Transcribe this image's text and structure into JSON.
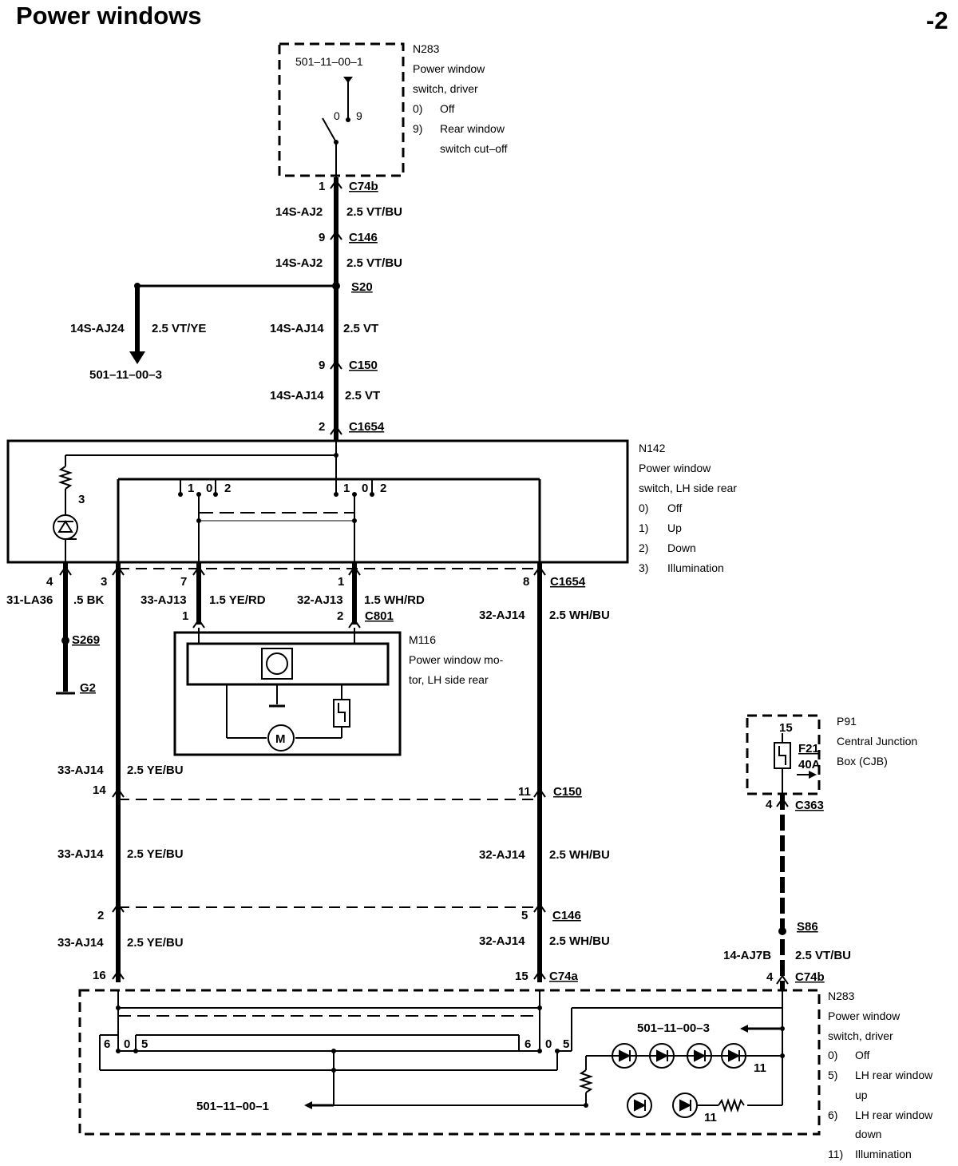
{
  "title": "Power windows",
  "page_number": "-2",
  "components": {
    "n283_top": {
      "ref": "501–11–00–1",
      "id": "N283",
      "lines": [
        "Power window",
        "switch, driver",
        "0)",
        "Off",
        "9)",
        "Rear window",
        "switch cut–off"
      ],
      "pos_off": "0",
      "pos_9": "9"
    },
    "n142": {
      "id": "N142",
      "lines": [
        "Power window",
        "switch, LH side rear",
        "0)",
        "Off",
        "1)",
        "Up",
        "2)",
        "Down",
        "3)",
        "Illumination"
      ],
      "sw_labels": [
        "1",
        "0",
        "2",
        "1",
        "0",
        "2"
      ],
      "lamp": "3"
    },
    "m116": {
      "id": "M116",
      "lines": [
        "Power window mo-",
        "tor, LH side rear"
      ],
      "motor": "M"
    },
    "p91": {
      "id": "P91",
      "lines": [
        "Central Junction",
        "Box (CJB)"
      ],
      "fuse": "F21",
      "rating": "40A",
      "pin": "15"
    },
    "n283_bottom": {
      "id": "N283",
      "lines": [
        "Power window",
        "switch, driver",
        "0)",
        "Off",
        "5)",
        "LH rear window",
        "up",
        "6)",
        "LH rear window",
        "down",
        "11)",
        "Illumination"
      ],
      "ref_a": "501–11–00–3",
      "ref_b": "501–11–00–1",
      "left_sw": [
        "6",
        "0",
        "5"
      ],
      "right_sw": [
        "6",
        "0",
        "5"
      ],
      "illum_a": "11",
      "illum_b": "11"
    }
  },
  "connectors": {
    "c74b_top": {
      "pin": "1",
      "name": "C74b"
    },
    "c146_top": {
      "pin": "9",
      "name": "C146"
    },
    "s20": {
      "name": "S20"
    },
    "c150_top": {
      "pin": "9",
      "name": "C150"
    },
    "c1654": {
      "pin": "2",
      "name": "C1654"
    },
    "c1654_pins": [
      "4",
      "3",
      "7",
      "1",
      "8"
    ],
    "c1654_name": "C1654",
    "c801": {
      "pins": [
        "1",
        "2"
      ],
      "name": "C801"
    },
    "s269": {
      "name": "S269"
    },
    "g2": {
      "name": "G2"
    },
    "c150_mid": {
      "pins": [
        "14",
        "11"
      ],
      "name": "C150"
    },
    "c146_mid": {
      "pins": [
        "2",
        "5"
      ],
      "name": "C146"
    },
    "c74a": {
      "pins": [
        "16",
        "15"
      ],
      "name": "C74a"
    },
    "c363": {
      "pin": "4",
      "name": "C363"
    },
    "s86": {
      "name": "S86"
    },
    "c74b_bottom": {
      "pin": "4",
      "name": "C74b"
    }
  },
  "wires": {
    "w1": {
      "code": "14S-AJ2",
      "spec": "2.5 VT/BU"
    },
    "w2": {
      "code": "14S-AJ2",
      "spec": "2.5 VT/BU"
    },
    "w3": {
      "code": "14S-AJ24",
      "spec": "2.5 VT/YE",
      "ref": "501–11–00–3"
    },
    "w4": {
      "code": "14S-AJ14",
      "spec": "2.5 VT"
    },
    "w5": {
      "code": "14S-AJ14",
      "spec": "2.5 VT"
    },
    "w6": {
      "code": "31-LA36",
      "spec": ".5 BK"
    },
    "w7": {
      "code": "33-AJ13",
      "spec": "1.5 YE/RD"
    },
    "w8": {
      "code": "32-AJ13",
      "spec": "1.5 WH/RD"
    },
    "w9": {
      "code": "32-AJ14",
      "spec": "2.5 WH/BU"
    },
    "w10": {
      "code": "33-AJ14",
      "spec": "2.5 YE/BU"
    },
    "w11": {
      "code": "33-AJ14",
      "spec": "2.5 YE/BU"
    },
    "w12": {
      "code": "32-AJ14",
      "spec": "2.5 WH/BU"
    },
    "w13": {
      "code": "33-AJ14",
      "spec": "2.5 YE/BU"
    },
    "w14": {
      "code": "32-AJ14",
      "spec": "2.5 WH/BU"
    },
    "w15": {
      "code": "14-AJ7B",
      "spec": "2.5 VT/BU"
    }
  }
}
